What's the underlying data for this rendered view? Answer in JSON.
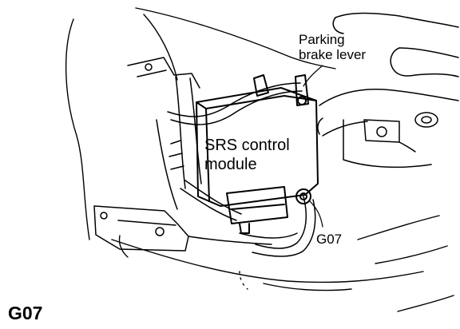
{
  "labels": {
    "parking_brake_lever": "Parking\nbrake lever",
    "srs_control_module": "SRS control\nmodule",
    "ground_point": "G07"
  },
  "caption": "G07",
  "colors": {
    "ink": "#000000",
    "paper": "#ffffff"
  }
}
